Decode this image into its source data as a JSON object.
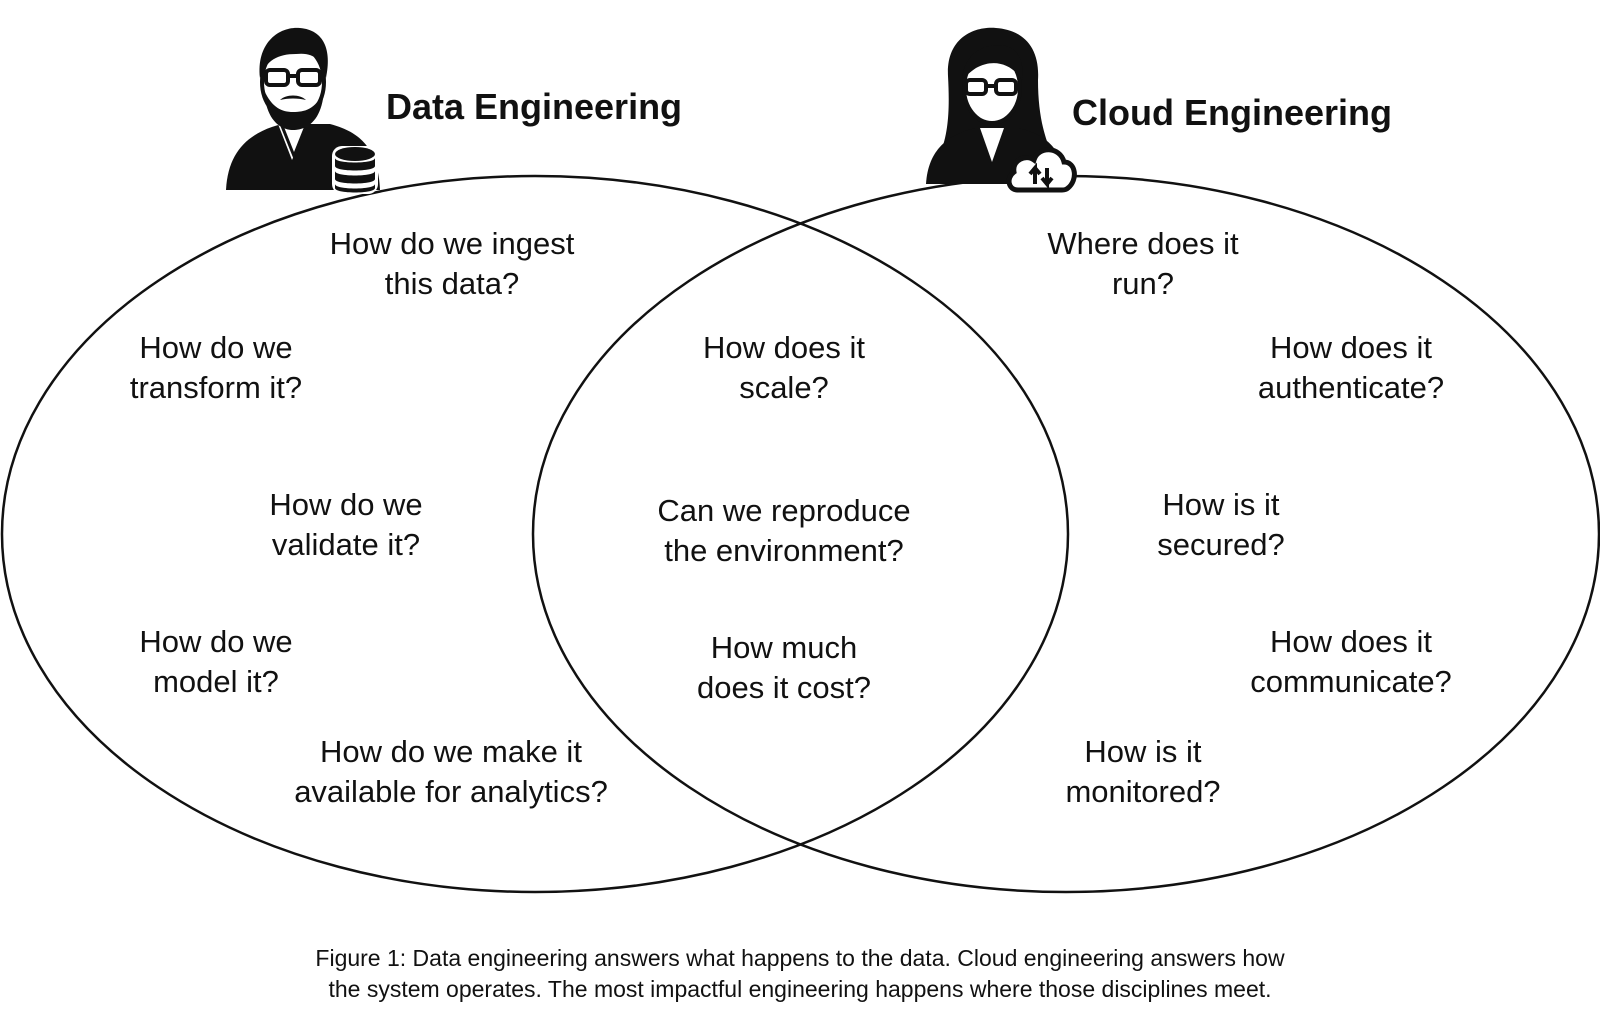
{
  "diagram": {
    "left_set": {
      "title": "Data Engineering",
      "persona_icon": "man-with-glasses-and-beard-icon",
      "badge_icon": "database-icon",
      "questions": [
        [
          "How do we ingest",
          "this data?"
        ],
        [
          "How do we",
          "transform it?"
        ],
        [
          "How do we",
          "validate it?"
        ],
        [
          "How do we",
          "model it?"
        ],
        [
          "How do we make it",
          "available for analytics?"
        ]
      ]
    },
    "right_set": {
      "title": "Cloud Engineering",
      "persona_icon": "woman-with-glasses-icon",
      "badge_icon": "cloud-upload-download-icon",
      "questions": [
        [
          "Where does it",
          "run?"
        ],
        [
          "How does it",
          "authenticate?"
        ],
        [
          "How is it",
          "secured?"
        ],
        [
          "How does it",
          "communicate?"
        ],
        [
          "How is it",
          "monitored?"
        ]
      ]
    },
    "intersection": {
      "questions": [
        [
          "How does it",
          "scale?"
        ],
        [
          "Can we reproduce",
          "the environment?"
        ],
        [
          "How much",
          "does it cost?"
        ]
      ]
    },
    "caption": [
      "Figure 1: Data engineering answers what happens to the data. Cloud engineering answers how",
      "the system operates. The most impactful engineering happens where those disciplines meet."
    ],
    "colors": {
      "stroke": "#111111",
      "background": "#ffffff"
    }
  }
}
